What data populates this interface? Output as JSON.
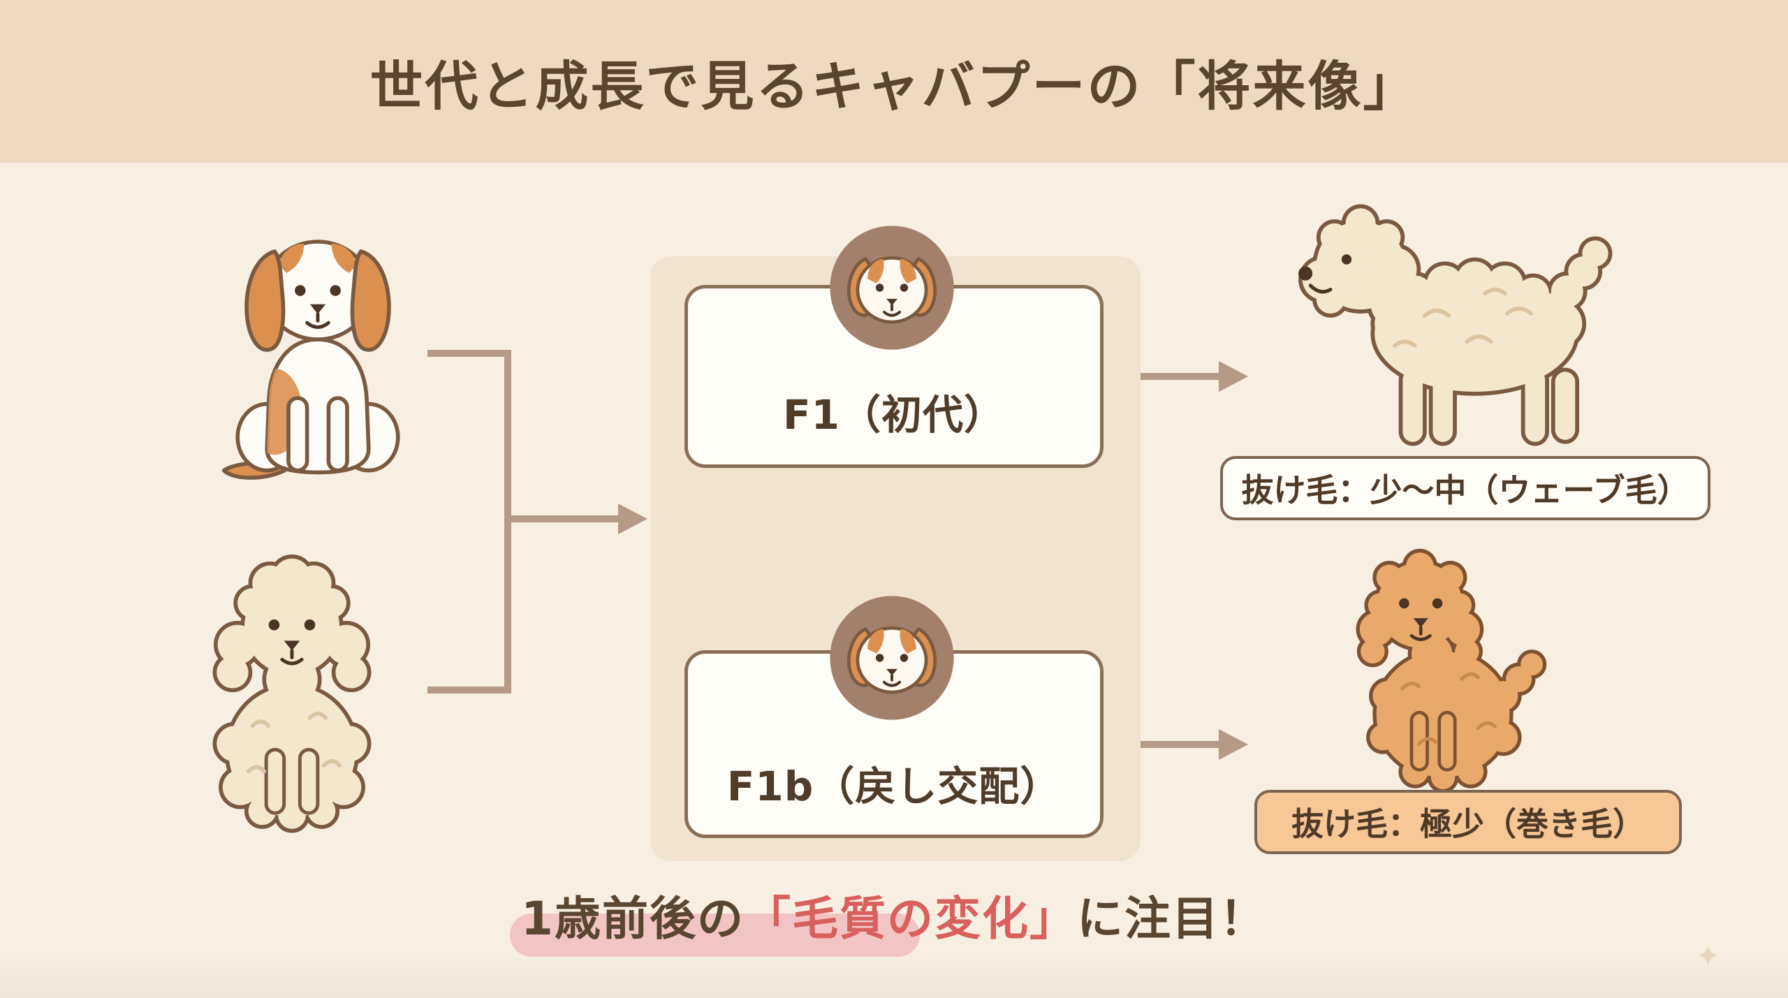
{
  "colors": {
    "page_bg": "#f7efe2",
    "header_bg": "#ecdbc1",
    "title_text": "#594631",
    "panel_bg": "#f0e3cf",
    "box_bg": "#fffdf8",
    "box_border": "#8a6f58",
    "box_text": "#4f3c2b",
    "arrow": "#b49a87",
    "icon_circle": "#a3806b",
    "label_top_bg": "#fffdf8",
    "label_bottom_bg": "#f7c795",
    "label_border": "#7d6450",
    "label_text": "#4f3a28",
    "caption_text": "#594631",
    "caption_accent": "#d9605c",
    "caption_highlight": "#f2b6ba",
    "cavalier_orange": "#dc9050",
    "cream": "#f3e7cd",
    "apricot": "#e9a96b",
    "outline": "#7a5a40",
    "sparkle": "#e8d7bd"
  },
  "header": {
    "title": "世代と成長で見るキャバプーの「将来像」"
  },
  "flow": {
    "f1": {
      "label": "F1（初代）"
    },
    "f1b": {
      "label": "F1b（戻し交配）"
    }
  },
  "results": {
    "top": {
      "label": "抜け毛：少〜中（ウェーブ毛）"
    },
    "bottom": {
      "label": "抜け毛：極少（巻き毛）"
    }
  },
  "caption": {
    "prefix": "1歳前後の",
    "highlight": "「毛質の変化」",
    "suffix": "に注目！"
  },
  "icons": {
    "f1_badge": "cavapoo-puppy-face-icon",
    "f1b_badge": "cavapoo-puppy-face-icon",
    "sparkle": "✦"
  },
  "illustrations": {
    "left_top": "cavalier-king-charles-spaniel-sitting",
    "left_bottom": "toy-poodle-cream-sitting",
    "right_top": "cavapoo-adult-wavy-coat-standing",
    "right_bottom": "cavapoo-adult-curly-coat-sitting"
  }
}
